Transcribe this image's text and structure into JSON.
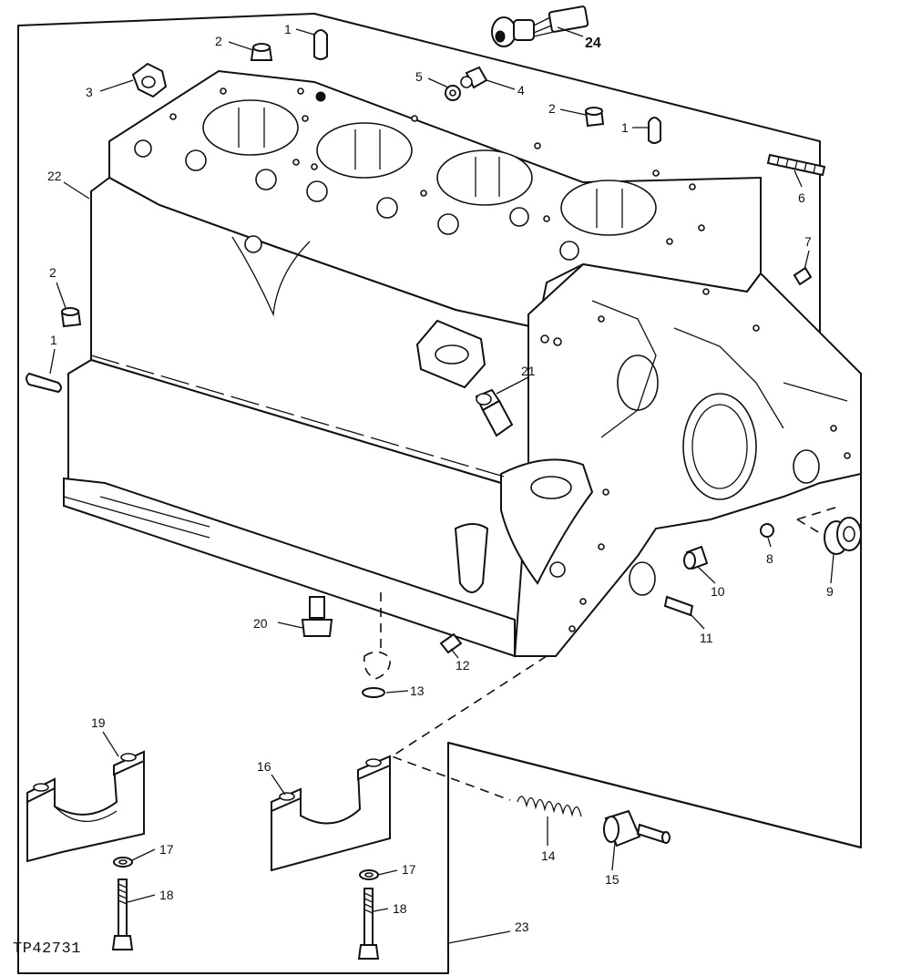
{
  "figure_id": "TP42731",
  "callouts": {
    "c1a": "1",
    "c1b": "1",
    "c1c": "1",
    "c2a": "2",
    "c2b": "2",
    "c2c": "2",
    "c3": "3",
    "c4": "4",
    "c5": "5",
    "c6": "6",
    "c7": "7",
    "c8": "8",
    "c9": "9",
    "c10": "10",
    "c11": "11",
    "c12": "12",
    "c13": "13",
    "c14": "14",
    "c15": "15",
    "c16": "16",
    "c17a": "17",
    "c17b": "17",
    "c18a": "18",
    "c18b": "18",
    "c19": "19",
    "c20": "20",
    "c21": "21",
    "c22": "22",
    "c23": "23",
    "c24": "24"
  }
}
